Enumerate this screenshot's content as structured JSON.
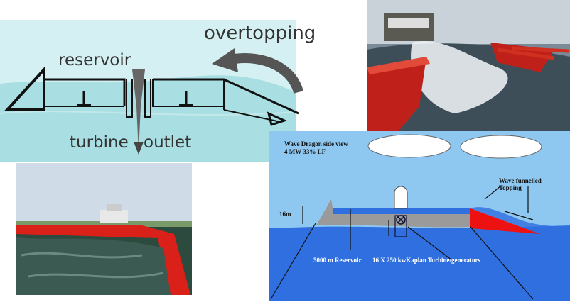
{
  "overtopping_diagram": {
    "label_overtopping": "overtopping",
    "label_reservoir": "reservoir",
    "label_turbine": "turbine",
    "label_outlet": "outlet",
    "background_color": "#d4f0f2",
    "water_color": "#a9dfe3"
  },
  "side_view_diagram": {
    "title": "Wave Dragon  side view",
    "subtitle": "4 MW   33% LF",
    "height_label": "16m",
    "wave_label_line1": "Wave funnelled",
    "wave_label_line2": "Topping",
    "reservoir_label": "5000 m Reservoir",
    "turbine_label": "16 X 250 kwKaplan Turbine/generators",
    "sky_color": "#8ec8f0",
    "sea_color": "#2f6fe0",
    "hull_color": "#9a9a9a",
    "ramp_color": "#ee1111"
  }
}
